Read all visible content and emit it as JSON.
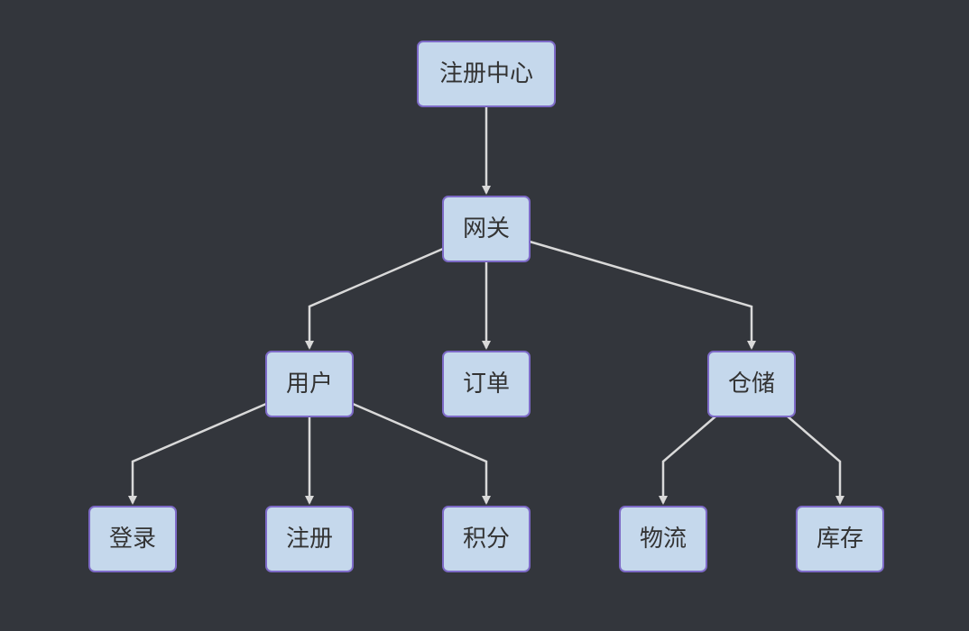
{
  "diagram": {
    "type": "flowchart-tree",
    "direction": "top-down",
    "colors": {
      "background": "#33363c",
      "node_fill": "#c5d8ec",
      "node_border": "#7d6ac7",
      "node_text": "#333333",
      "edge": "#d9d9d9"
    },
    "nodes": [
      {
        "id": "registry",
        "label": "注册中心"
      },
      {
        "id": "gateway",
        "label": "网关"
      },
      {
        "id": "user",
        "label": "用户"
      },
      {
        "id": "order",
        "label": "订单"
      },
      {
        "id": "warehouse",
        "label": "仓储"
      },
      {
        "id": "login",
        "label": "登录"
      },
      {
        "id": "register",
        "label": "注册"
      },
      {
        "id": "points",
        "label": "积分"
      },
      {
        "id": "logistics",
        "label": "物流"
      },
      {
        "id": "inventory",
        "label": "库存"
      }
    ],
    "edges": [
      {
        "from": "registry",
        "to": "gateway"
      },
      {
        "from": "gateway",
        "to": "user"
      },
      {
        "from": "gateway",
        "to": "order"
      },
      {
        "from": "gateway",
        "to": "warehouse"
      },
      {
        "from": "user",
        "to": "login"
      },
      {
        "from": "user",
        "to": "register"
      },
      {
        "from": "user",
        "to": "points"
      },
      {
        "from": "warehouse",
        "to": "logistics"
      },
      {
        "from": "warehouse",
        "to": "inventory"
      }
    ]
  }
}
